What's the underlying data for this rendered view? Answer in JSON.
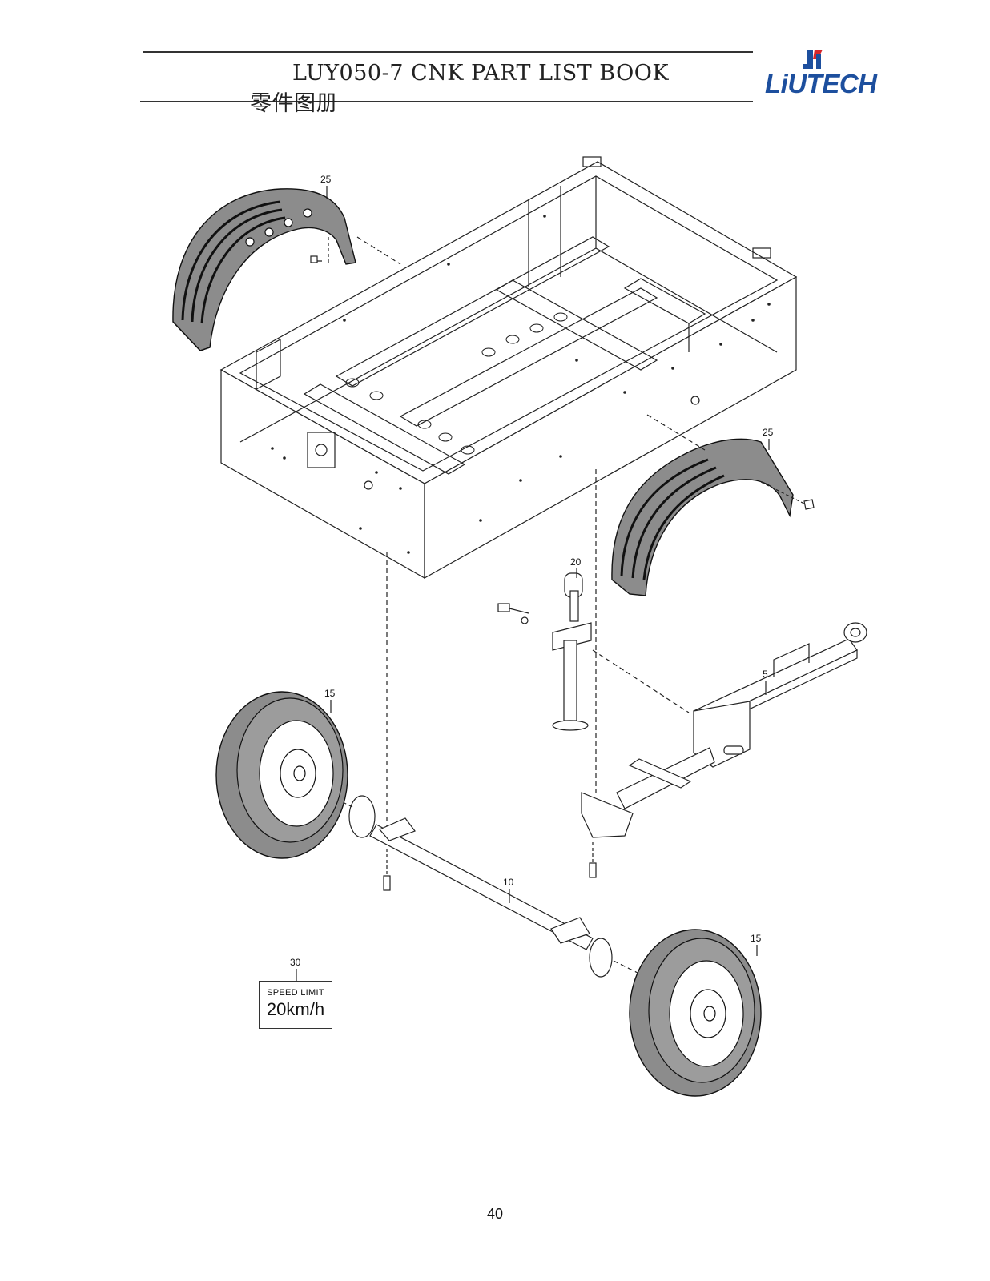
{
  "header": {
    "title": "LUY050-7 CNK PART LIST BOOK",
    "title_cn": "零件图册",
    "logo_text": "LiUTECH",
    "logo_color": "#1d4f9e"
  },
  "callouts": {
    "fender_left": "25",
    "fender_right": "25",
    "jack": "20",
    "drawbar": "5",
    "wheel_left": "15",
    "axle": "10",
    "wheel_right": "15",
    "sign": "30"
  },
  "sign": {
    "line1": "SPEED LIMIT",
    "line2": "20km/h"
  },
  "page_number": "40"
}
